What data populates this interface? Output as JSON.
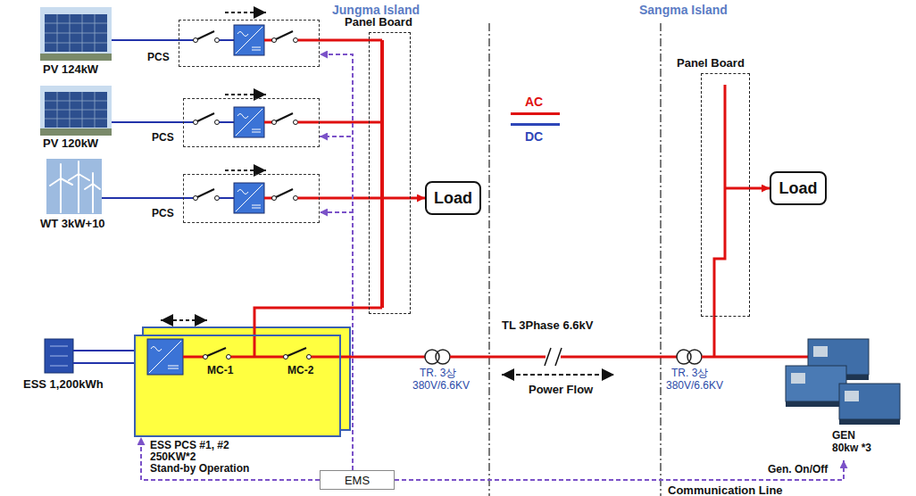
{
  "diagram": {
    "nodes": [
      {
        "text": [
          "Panel Board"
        ]
      },
      {
        "text": [
          "Load"
        ]
      },
      {
        "text": [
          "PCS"
        ]
      },
      {
        "text": [
          "PCS"
        ]
      },
      {
        "text": [
          "PCS"
        ]
      },
      {
        "text": [
          "MC-1",
          "MC-2"
        ]
      },
      {
        "text": [
          "EMS"
        ]
      },
      {
        "text": [
          "Panel Board"
        ]
      },
      {
        "text": [
          "Load"
        ]
      }
    ],
    "edges": [
      {
        "from": 0,
        "to": 1,
        "arrow": "to"
      },
      {
        "from": 2,
        "to": 0,
        "arrow": "none"
      },
      {
        "from": 3,
        "to": 0,
        "arrow": "none"
      },
      {
        "from": 4,
        "to": 0,
        "arrow": "none"
      },
      {
        "from": 5,
        "to": 0,
        "arrow": "none"
      },
      {
        "from": 6,
        "to": 2,
        "arrow": "to"
      },
      {
        "from": 6,
        "to": 3,
        "arrow": "to"
      },
      {
        "from": 6,
        "to": 4,
        "arrow": "to"
      },
      {
        "from": 6,
        "to": 5,
        "arrow": "to"
      },
      {
        "from": 7,
        "to": 8,
        "arrow": "to"
      }
    ],
    "labels": [
      "Jungma Island",
      "Sangma Island",
      "PV 124kW",
      "PV 120kW",
      "WT 3kW+10",
      "ESS 1,200kWh",
      "ESS PCS #1, #2",
      "250KW*2",
      "Stand-by Operation",
      "TR. 3상",
      "380V/6.6KV",
      "TL 3Phase 6.6kV",
      "Power Flow",
      "TR. 3상",
      "380V/6.6KV",
      "GEN",
      "80kw *3",
      "Gen. On/Off",
      "Communication Line"
    ],
    "legend": [
      {
        "text": "AC",
        "color": "#e01010"
      },
      {
        "text": "DC",
        "color": "#2e46b8"
      }
    ]
  }
}
